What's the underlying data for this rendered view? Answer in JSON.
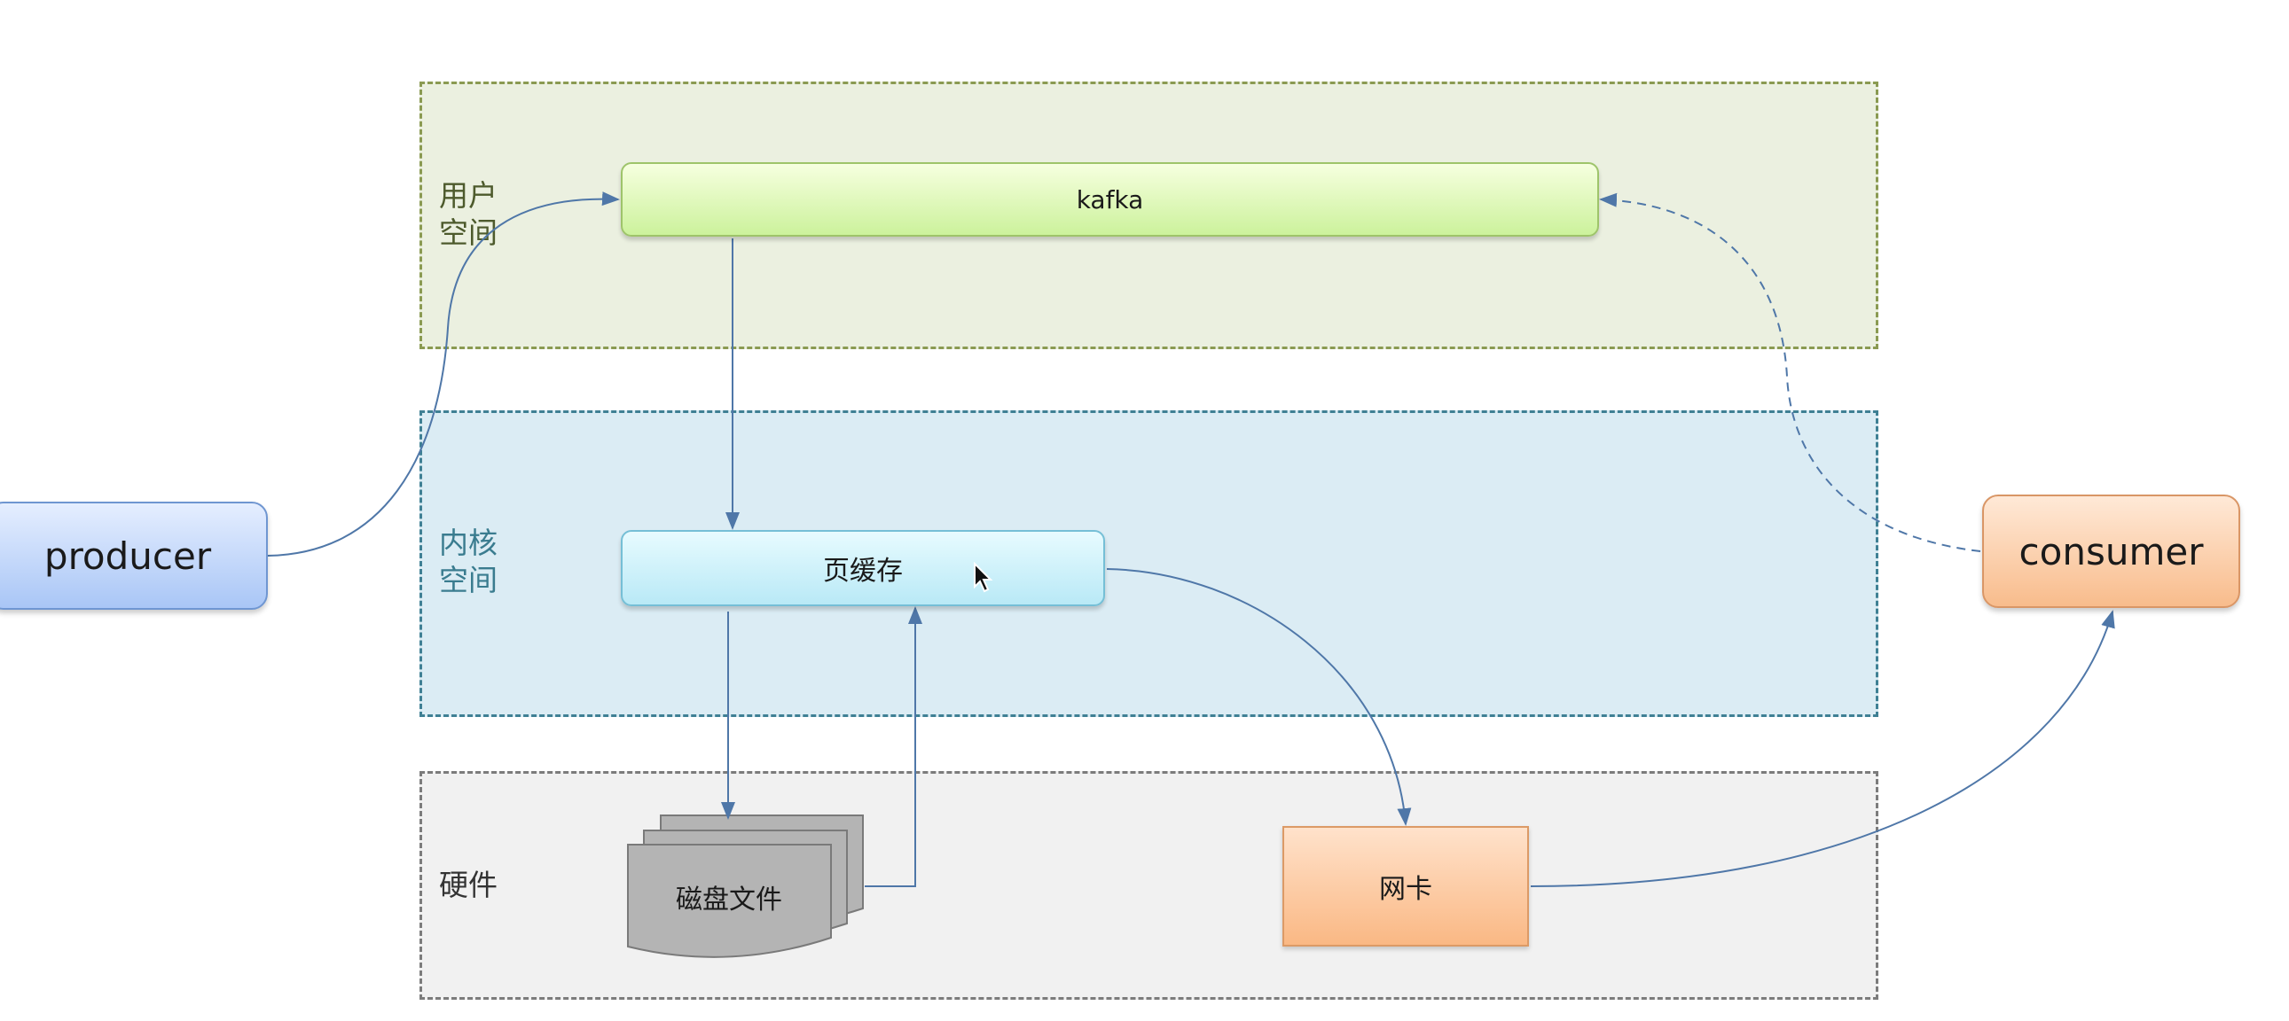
{
  "zones": {
    "user_space": "用户\n空间",
    "kernel_space": "内核\n空间",
    "hardware": "硬件"
  },
  "nodes": {
    "kafka": "kafka",
    "page_cache": "页缓存",
    "producer": "producer",
    "consumer": "consumer",
    "disk_files": "磁盘文件",
    "nic": "网卡"
  },
  "colors": {
    "arrow": "#4f77a8",
    "user_zone": "#ebf0e0",
    "kernel_zone": "#dbecf4",
    "hardware_zone": "#f1f1f1"
  }
}
